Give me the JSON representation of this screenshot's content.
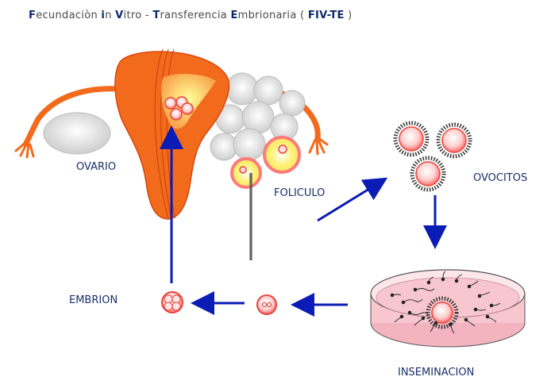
{
  "title": {
    "parts": [
      {
        "t": "F",
        "ini": true
      },
      {
        "t": "ecundaciòn ",
        "ini": false
      },
      {
        "t": "i",
        "ini": true
      },
      {
        "t": "n ",
        "ini": false
      },
      {
        "t": "V",
        "ini": true
      },
      {
        "t": "itro - ",
        "ini": false
      },
      {
        "t": "T",
        "ini": true
      },
      {
        "t": "ransferencia ",
        "ini": false
      },
      {
        "t": "E",
        "ini": true
      },
      {
        "t": "mbrionaria ( ",
        "ini": false
      }
    ],
    "acronym": "FIV-TE",
    "close": " )"
  },
  "labels": {
    "ovario": "OVARIO",
    "foliculo": "FOLICULO",
    "ovocitos": "OVOCITOS",
    "embrion": "EMBRION",
    "inseminacion": "INSEMINACION"
  },
  "colors": {
    "arrow": "#0b1bb5",
    "uterus": "#f26a1b",
    "uterus_dark": "#d9480f",
    "cell_rim": "#e8453c",
    "follicle_fill": "#fff27a",
    "dish_fill": "#f7c6cf"
  }
}
